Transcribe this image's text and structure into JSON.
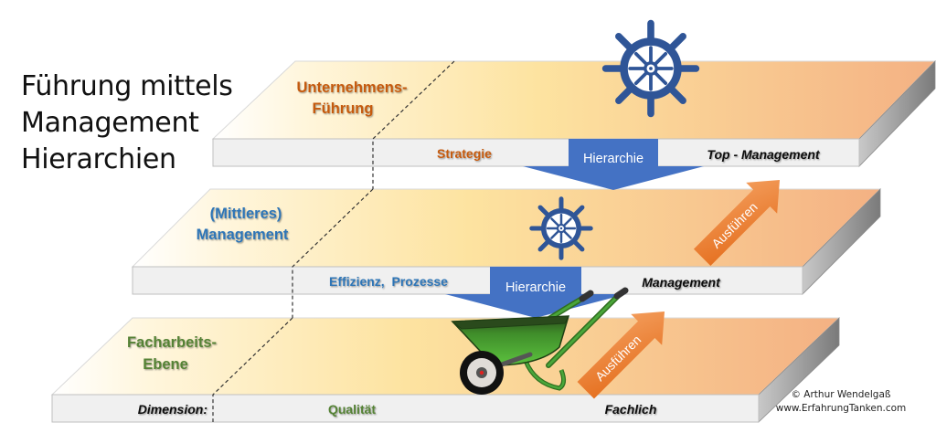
{
  "title": {
    "lines": [
      "Führung mittels",
      "Management",
      "Hierarchien"
    ]
  },
  "colors": {
    "top_label": "#c55a11",
    "middle_label": "#2e75b6",
    "bottom_label": "#548235",
    "hierarchy_arrow": "#4472c4",
    "execute_arrow": "#ed7d31",
    "helm": "#2f5597",
    "wheelbarrow": "#3a9a2a",
    "slab_front": "#f0f0f0",
    "slab_side": "#8c8c8c"
  },
  "levels": {
    "top": {
      "name_line1": "Unternehmens-",
      "name_line2": "Führung",
      "dimension_value": "Strategie",
      "hierarchy_label": "Hierarchie",
      "role_label": "Top - Management"
    },
    "middle": {
      "name_line1": "(Mittleres)",
      "name_line2": "Management",
      "dimension_value": "Effizienz,  Prozesse",
      "hierarchy_label": "Hierarchie",
      "role_label": "Management",
      "execute_label": "Ausführen"
    },
    "bottom": {
      "name_line1": "Facharbeits-",
      "name_line2": "Ebene",
      "dimension_label": "Dimension:",
      "dimension_value": "Qualität",
      "role_label": "Fachlich",
      "execute_label": "Ausführen"
    }
  },
  "icons": {
    "top_helm": "ship-helm-icon",
    "middle_helm": "ship-helm-icon",
    "wheelbarrow": "wheelbarrow-icon"
  },
  "credit": {
    "author": "© Arthur Wendelgaß",
    "website": "www.ErfahrungTanken.com"
  }
}
